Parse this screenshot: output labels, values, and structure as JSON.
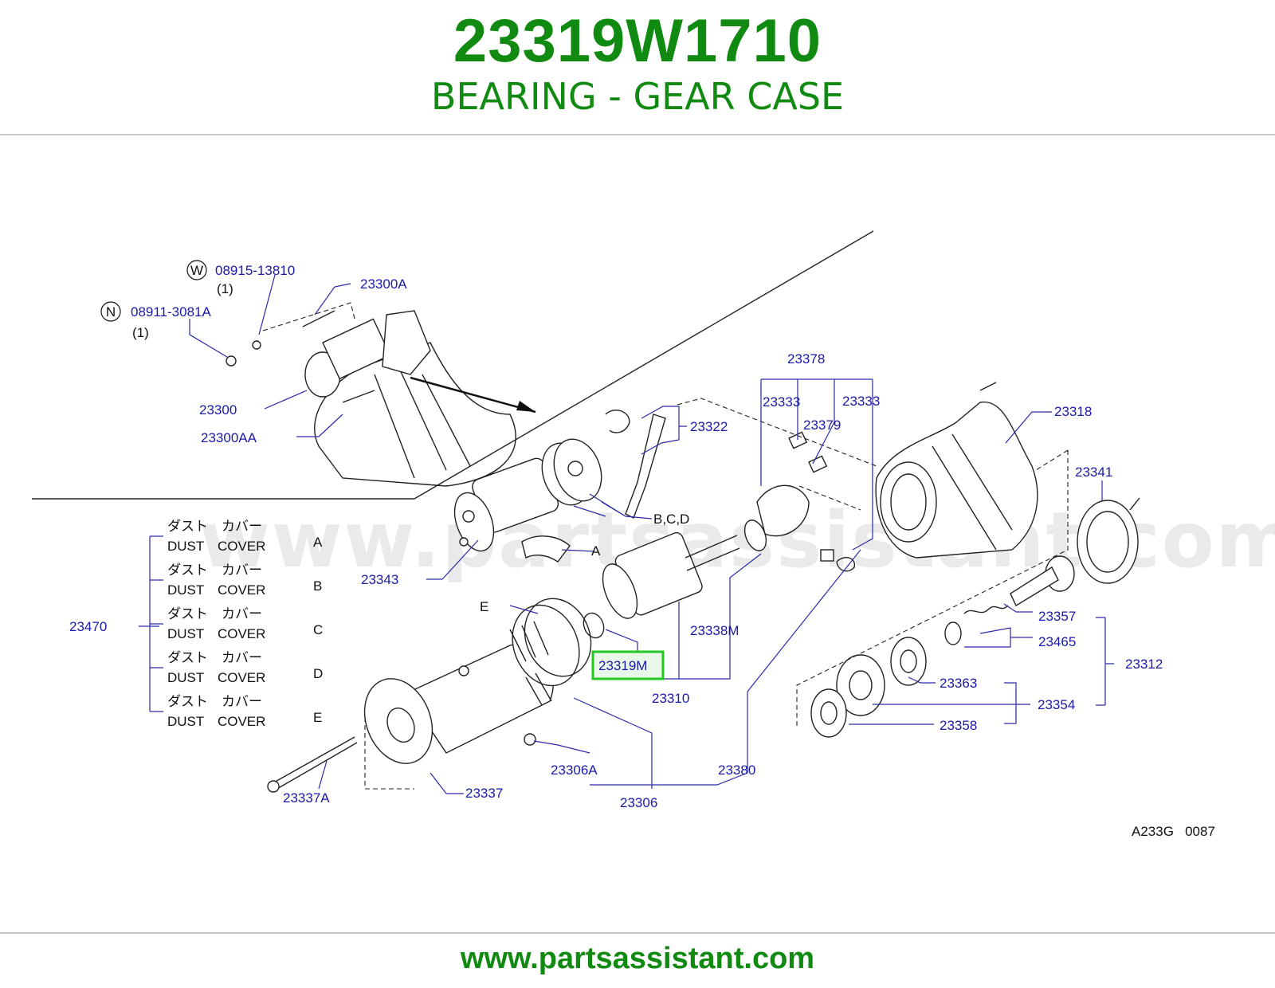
{
  "header": {
    "part_number": "23319W1710",
    "part_name": "BEARING - GEAR CASE"
  },
  "footer": {
    "url": "www.partsassistant.com",
    "watermark": "www.partsassistant.com"
  },
  "diagram": {
    "code": "A233G   0087",
    "highlighted": "23319M",
    "callouts": {
      "w_badge": "W",
      "n_badge": "N",
      "p08915": "08915-13810",
      "p08915_qty": "(1)",
      "p08911": "08911-3081A",
      "p08911_qty": "(1)",
      "p23300A": "23300A",
      "p23300": "23300",
      "p23300AA": "23300AA",
      "p23378": "23378",
      "p23333a": "23333",
      "p23333b": "23333",
      "p23379": "23379",
      "p23318": "23318",
      "p23322": "23322",
      "p23341": "23341",
      "pBCD": "B,C,D",
      "pA": "A",
      "pE": "E",
      "p23343": "23343",
      "p23338M": "23338M",
      "p23319M": "23319M",
      "p23310": "23310",
      "p23357": "23357",
      "p23465": "23465",
      "p23312": "23312",
      "p23363": "23363",
      "p23354": "23354",
      "p23358": "23358",
      "p23306A": "23306A",
      "p23380": "23380",
      "p23306": "23306",
      "p23337": "23337",
      "p23337A": "23337A",
      "p23470": "23470"
    },
    "dust_covers": [
      {
        "jp": "ダスト　カバー",
        "en": "DUST　COVER",
        "letter": "A"
      },
      {
        "jp": "ダスト　カバー",
        "en": "DUST　COVER",
        "letter": "B"
      },
      {
        "jp": "ダスト　カバー",
        "en": "DUST　COVER",
        "letter": "C"
      },
      {
        "jp": "ダスト　カバー",
        "en": "DUST　COVER",
        "letter": "D"
      },
      {
        "jp": "ダスト　カバー",
        "en": "DUST　COVER",
        "letter": "E"
      }
    ]
  }
}
